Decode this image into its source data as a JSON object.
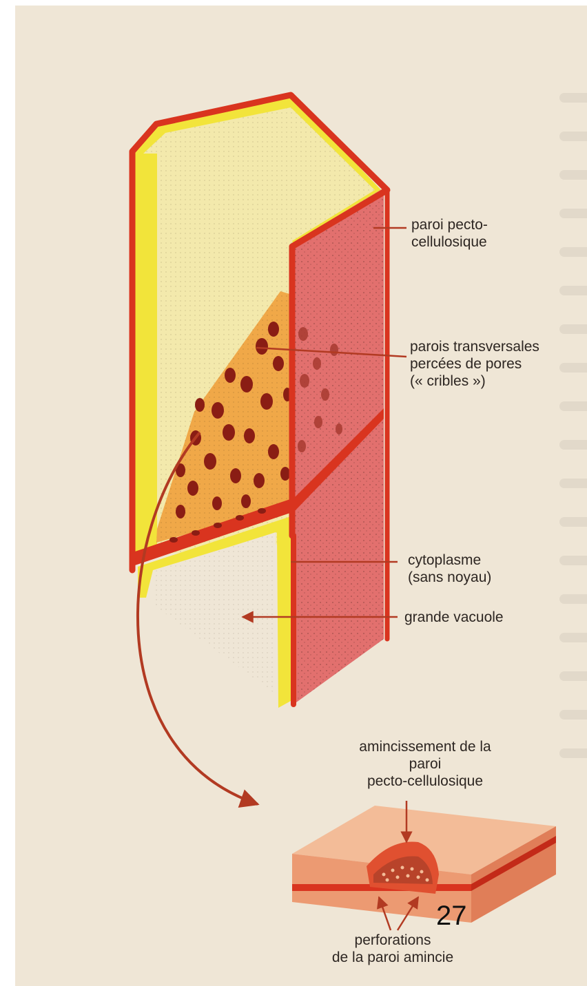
{
  "labels": {
    "paroi_pecto_cellulosique": "paroi pecto-\ncellulosique",
    "parois_transversales": "parois transversales\npercées de pores\n(« cribles »)",
    "cytoplasme": "cytoplasme\n(sans noyau)",
    "grande_vacuole": "grande vacuole",
    "amincissement": "amincissement de la paroi\npecto-cellulosique",
    "perforations": "perforations\nde la paroi amincie"
  },
  "page_number": "27",
  "colors": {
    "paper": "#efe6d6",
    "wall_red": "#d9341f",
    "cytoplasm_yellow": "#f2e43a",
    "sieve_orange": "#f0a848",
    "outer_face_pink": "#e2706e",
    "pore_dark": "#8a1d14",
    "block_salmon": "#ec9a72",
    "arrow_red": "#b23a22"
  }
}
